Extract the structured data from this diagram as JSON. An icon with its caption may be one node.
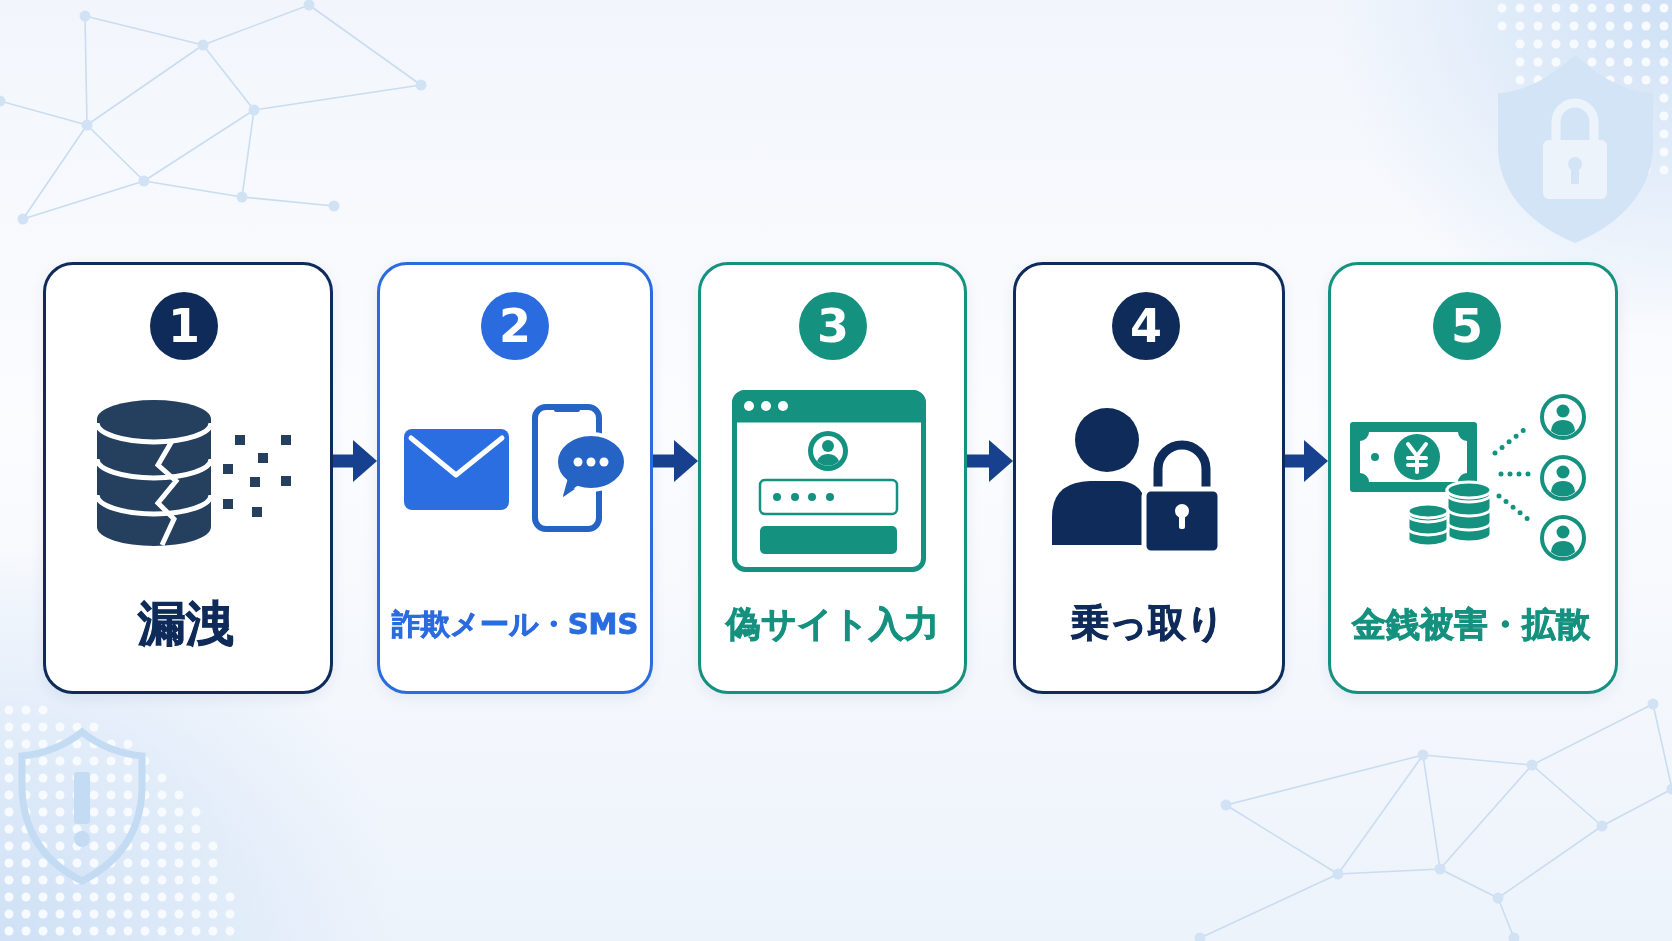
{
  "diagram": {
    "nodes": [
      {
        "text": [
          "漏洩"
        ]
      },
      {
        "text": [
          "1"
        ],
        "in": 0
      },
      {
        "text": [
          "詐欺メール・SMS"
        ]
      },
      {
        "text": [
          "2"
        ],
        "in": 2
      },
      {
        "text": [
          "偽サイト入力"
        ]
      },
      {
        "text": [
          "3"
        ],
        "in": 4
      },
      {
        "text": [
          "乗っ取り"
        ]
      },
      {
        "text": [
          "4"
        ],
        "in": 6
      },
      {
        "text": [
          "金銭被害・拡散"
        ]
      },
      {
        "text": [
          "5"
        ],
        "in": 8
      }
    ],
    "edges": [
      {
        "from": 0,
        "to": 2,
        "arrow": "to"
      },
      {
        "from": 2,
        "to": 4,
        "arrow": "to"
      },
      {
        "from": 4,
        "to": 6,
        "arrow": "to"
      },
      {
        "from": 6,
        "to": 8,
        "arrow": "to"
      }
    ]
  }
}
